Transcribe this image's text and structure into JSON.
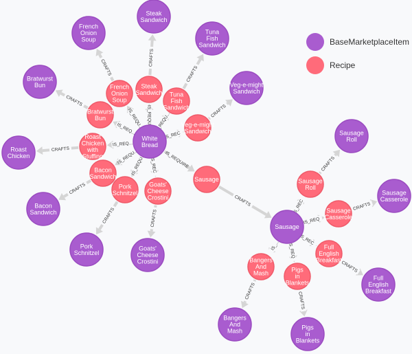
{
  "colors": {
    "item": "#a95ccf",
    "item_stroke": "#9a4bc0",
    "recipe": "#ff6b7a",
    "recipe_stroke": "#ef5a69",
    "edge": "#d5d5d5"
  },
  "legend": [
    {
      "label": "BaseMarketplaceItem",
      "type": "item"
    },
    {
      "label": "Recipe",
      "type": "recipe"
    }
  ],
  "nodes": [
    {
      "id": "i_fos",
      "type": "item",
      "lines": [
        "French",
        "Onion",
        "Soup"
      ]
    },
    {
      "id": "i_steak",
      "type": "item",
      "lines": [
        "Steak",
        "Sandwich"
      ]
    },
    {
      "id": "i_tuna",
      "type": "item",
      "lines": [
        "Tuna",
        "Fish",
        "Sandwich"
      ]
    },
    {
      "id": "i_veg",
      "type": "item",
      "lines": [
        "Veg-e-might",
        "Sandwich"
      ]
    },
    {
      "id": "i_brat",
      "type": "item",
      "lines": [
        "Bratwurst",
        "Bun"
      ]
    },
    {
      "id": "i_roast",
      "type": "item",
      "lines": [
        "Roast",
        "Chicken"
      ]
    },
    {
      "id": "i_bacon",
      "type": "item",
      "lines": [
        "Bacon",
        "Sandwich"
      ]
    },
    {
      "id": "i_pork",
      "type": "item",
      "lines": [
        "Pork",
        "Schnitzel"
      ]
    },
    {
      "id": "i_goats",
      "type": "item",
      "lines": [
        "Goats'",
        "Cheese",
        "Crostini"
      ]
    },
    {
      "id": "i_bread",
      "type": "item",
      "lines": [
        "White",
        "Bread"
      ]
    },
    {
      "id": "i_sausage",
      "type": "item",
      "lines": [
        "Sausage"
      ]
    },
    {
      "id": "i_sroll",
      "type": "item",
      "lines": [
        "Sausage",
        "Roll"
      ]
    },
    {
      "id": "i_scass",
      "type": "item",
      "lines": [
        "Sausage",
        "Casserole"
      ]
    },
    {
      "id": "i_feb",
      "type": "item",
      "lines": [
        "Full",
        "English",
        "Breakfast"
      ]
    },
    {
      "id": "i_bam",
      "type": "item",
      "lines": [
        "Bangers",
        "And",
        "Mash"
      ]
    },
    {
      "id": "i_pib",
      "type": "item",
      "lines": [
        "Pigs",
        "in",
        "Blankets"
      ]
    },
    {
      "id": "r_fos",
      "type": "recipe",
      "lines": [
        "French",
        "Onion",
        "Soup"
      ]
    },
    {
      "id": "r_steak",
      "type": "recipe",
      "lines": [
        "Steak",
        "Sandwich"
      ]
    },
    {
      "id": "r_tuna",
      "type": "recipe",
      "lines": [
        "Tuna",
        "Fish",
        "Sandwich"
      ]
    },
    {
      "id": "r_veg",
      "type": "recipe",
      "lines": [
        "Veg-e-might",
        "Sandwich"
      ]
    },
    {
      "id": "r_brat",
      "type": "recipe",
      "lines": [
        "Bratwurst",
        "Bun"
      ]
    },
    {
      "id": "r_roast",
      "type": "recipe",
      "lines": [
        "Roast",
        "Chicken",
        "with",
        "Stuffing"
      ]
    },
    {
      "id": "r_bacon",
      "type": "recipe",
      "lines": [
        "Bacon",
        "Sandwich"
      ]
    },
    {
      "id": "r_pork",
      "type": "recipe",
      "lines": [
        "Pork",
        "Schnitzel"
      ]
    },
    {
      "id": "r_goats",
      "type": "recipe",
      "lines": [
        "Goats'",
        "Cheese",
        "Crostini"
      ]
    },
    {
      "id": "r_sausage",
      "type": "recipe",
      "lines": [
        "Sausage"
      ]
    },
    {
      "id": "r_sroll",
      "type": "recipe",
      "lines": [
        "Sausage",
        "Roll"
      ]
    },
    {
      "id": "r_scass",
      "type": "recipe",
      "lines": [
        "Sausage",
        "Casserole"
      ]
    },
    {
      "id": "r_feb",
      "type": "recipe",
      "lines": [
        "Full",
        "English",
        "Breakfast"
      ]
    },
    {
      "id": "r_bam",
      "type": "recipe",
      "lines": [
        "Bangers",
        "And",
        "Mash"
      ]
    },
    {
      "id": "r_pib",
      "type": "recipe",
      "lines": [
        "Pigs",
        "in",
        "Blankets"
      ]
    }
  ],
  "edges": [
    {
      "from": "i_bread",
      "to": "r_fos",
      "label": "IS_REQU..."
    },
    {
      "from": "i_bread",
      "to": "r_steak",
      "label": "IS_REQU..."
    },
    {
      "from": "i_bread",
      "to": "r_tuna",
      "label": "IS_REQU..."
    },
    {
      "from": "i_bread",
      "to": "r_veg",
      "label": "IS_REC"
    },
    {
      "from": "i_bread",
      "to": "r_brat",
      "label": "IS_REQ..."
    },
    {
      "from": "i_bread",
      "to": "r_roast",
      "label": "IS_REQ..."
    },
    {
      "from": "i_bread",
      "to": "r_bacon",
      "label": "IS_REQU..."
    },
    {
      "from": "i_bread",
      "to": "r_pork",
      "label": "IS_REQU..."
    },
    {
      "from": "i_bread",
      "to": "r_goats",
      "label": "IS_REC"
    },
    {
      "from": "i_bread",
      "to": "r_sausage",
      "label": "IS_REQUIRE"
    },
    {
      "from": "r_fos",
      "to": "i_fos",
      "label": "CRAFTS"
    },
    {
      "from": "r_steak",
      "to": "i_steak",
      "label": "CRAFTS"
    },
    {
      "from": "r_tuna",
      "to": "i_tuna",
      "label": "CRAFTS"
    },
    {
      "from": "r_veg",
      "to": "i_veg",
      "label": "CRAFTS"
    },
    {
      "from": "r_brat",
      "to": "i_brat",
      "label": "CRAFTS"
    },
    {
      "from": "r_roast",
      "to": "i_roast",
      "label": "CRAFTS"
    },
    {
      "from": "r_bacon",
      "to": "i_bacon",
      "label": "CRAFTS"
    },
    {
      "from": "r_pork",
      "to": "i_pork",
      "label": "CRAFTS"
    },
    {
      "from": "r_goats",
      "to": "i_goats",
      "label": "CRAFTS"
    },
    {
      "from": "r_sausage",
      "to": "i_sausage",
      "label": "CRAFTS"
    },
    {
      "from": "i_sausage",
      "to": "r_sroll",
      "label": "IS_REC"
    },
    {
      "from": "i_sausage",
      "to": "r_scass",
      "label": "IS_REQ"
    },
    {
      "from": "i_sausage",
      "to": "r_feb",
      "label": "IS_REC"
    },
    {
      "from": "i_sausage",
      "to": "r_bam",
      "label": "IS_..."
    },
    {
      "from": "i_sausage",
      "to": "r_pib",
      "label": "IS_REQ"
    },
    {
      "from": "r_sroll",
      "to": "i_sroll",
      "label": "CRAFTS"
    },
    {
      "from": "r_scass",
      "to": "i_scass",
      "label": "CRAFTS"
    },
    {
      "from": "r_feb",
      "to": "i_feb",
      "label": "CRAFTS"
    },
    {
      "from": "r_bam",
      "to": "i_bam",
      "label": "CRAFTS"
    },
    {
      "from": "r_pib",
      "to": "i_pib",
      "label": "CRAFTS"
    }
  ]
}
